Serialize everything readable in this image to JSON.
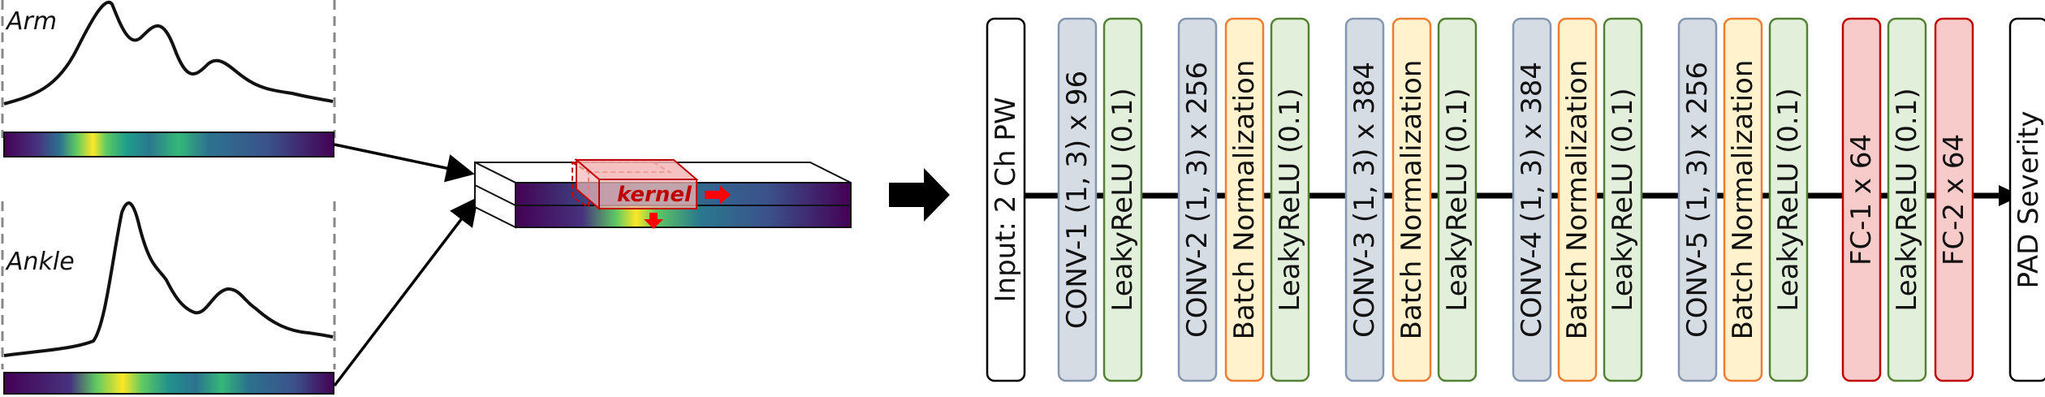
{
  "signals": {
    "arm_label": "Arm",
    "ankle_label": "Ankle"
  },
  "kernel_label": "kernel",
  "layers": [
    {
      "label": "Input: 2 Ch PW",
      "kind": "io"
    },
    {
      "label": "CONV-1 (1, 3) x 96",
      "kind": "conv"
    },
    {
      "label": "LeakyReLU (0.1)",
      "kind": "relu"
    },
    {
      "label": "CONV-2 (1, 3) x 256",
      "kind": "conv"
    },
    {
      "label": "Batch Normalization",
      "kind": "bn"
    },
    {
      "label": "LeakyReLU (0.1)",
      "kind": "relu"
    },
    {
      "label": "CONV-3 (1, 3) x 384",
      "kind": "conv"
    },
    {
      "label": "Batch Normalization",
      "kind": "bn"
    },
    {
      "label": "LeakyReLU (0.1)",
      "kind": "relu"
    },
    {
      "label": "CONV-4 (1, 3) x 384",
      "kind": "conv"
    },
    {
      "label": "Batch Normalization",
      "kind": "bn"
    },
    {
      "label": "LeakyReLU (0.1)",
      "kind": "relu"
    },
    {
      "label": "CONV-5 (1, 3) x 256",
      "kind": "conv"
    },
    {
      "label": "Batch Normalization",
      "kind": "bn"
    },
    {
      "label": "LeakyReLU (0.1)",
      "kind": "relu"
    },
    {
      "label": "FC-1 x 64",
      "kind": "fc"
    },
    {
      "label": "LeakyReLU (0.1)",
      "kind": "relu"
    },
    {
      "label": "FC-2 x 64",
      "kind": "fc"
    },
    {
      "label": "PAD Severity",
      "kind": "io"
    }
  ],
  "colors": {
    "conv_fill": "#d6dce4",
    "conv_stroke": "#8497b0",
    "relu_fill": "#e2efda",
    "relu_stroke": "#548235",
    "bn_fill": "#fff2cc",
    "bn_stroke": "#ed7d31",
    "fc_fill": "#f8cbcb",
    "fc_stroke": "#c00000",
    "io_fill": "#ffffff",
    "io_stroke": "#000000",
    "kernel": "#c00000"
  }
}
